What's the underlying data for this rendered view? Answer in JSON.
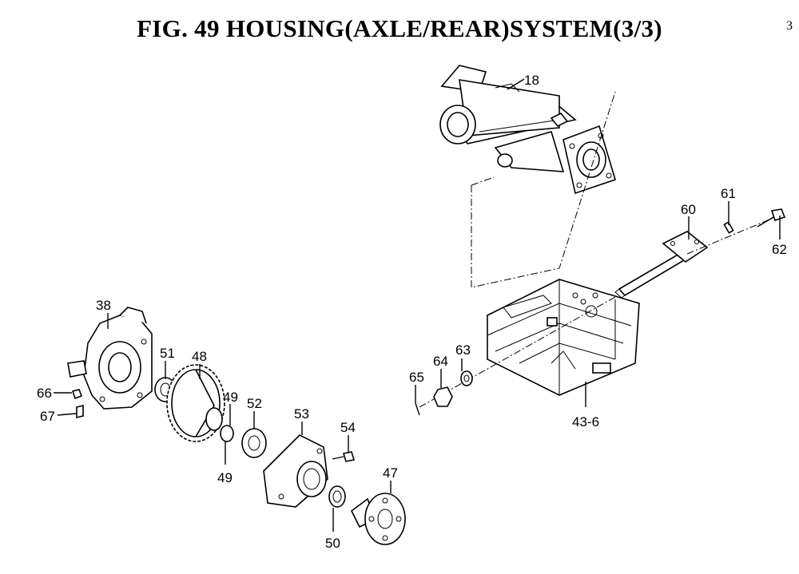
{
  "title": "FIG. 49  HOUSING(AXLE/REAR)SYSTEM(3/3)",
  "corner_mark": "3",
  "callouts": {
    "c18": "18",
    "c61": "61",
    "c60": "60",
    "c62": "62",
    "c38": "38",
    "c51": "51",
    "c48": "48",
    "c63": "63",
    "c64": "64",
    "c65": "65",
    "c66": "66",
    "c67": "67",
    "c49a": "49",
    "c52": "52",
    "c53": "53",
    "c54": "54",
    "c49b": "49",
    "c436": "43-6",
    "c47": "47",
    "c50": "50"
  }
}
